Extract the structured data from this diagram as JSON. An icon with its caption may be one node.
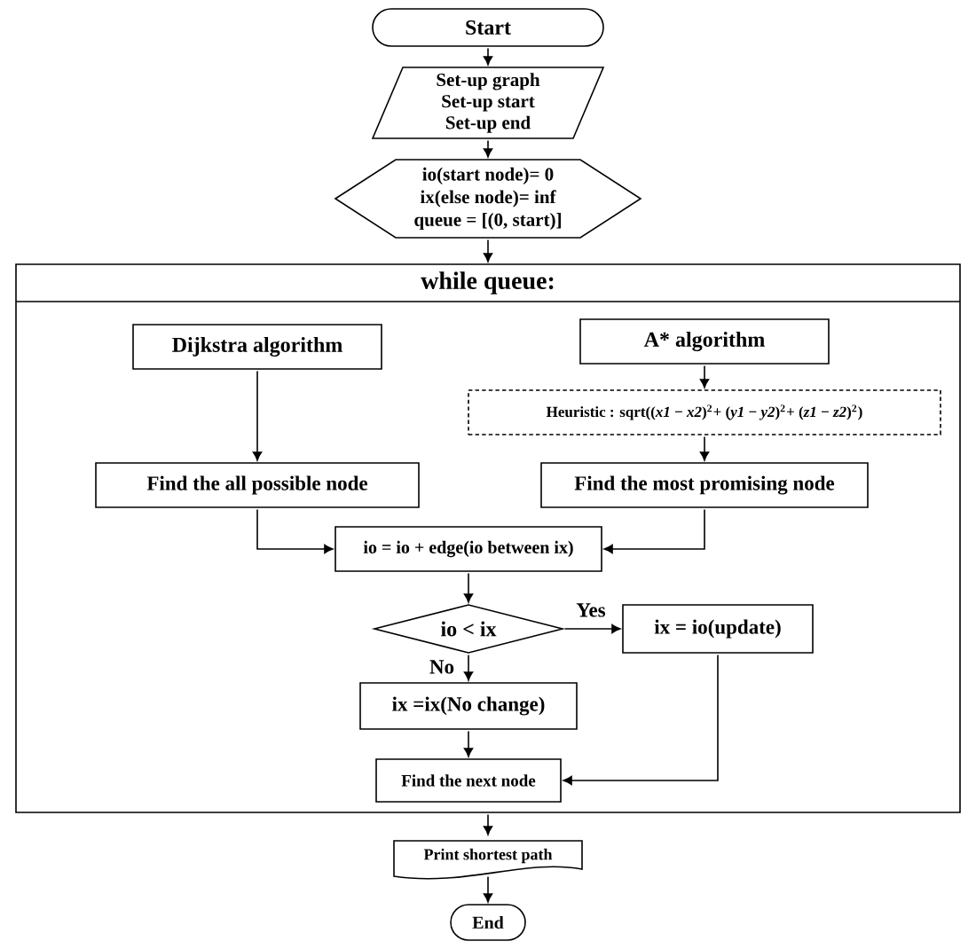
{
  "diagram": {
    "nodes": [
      {
        "text": [
          "Start"
        ]
      },
      {
        "text": [
          "Set-up graph",
          "Set-up start",
          "Set-up end"
        ]
      },
      {
        "text": [
          "io(start node)= 0",
          "ix(else node)= inf",
          "queue = [(0, start)]"
        ]
      },
      {
        "text": [
          "while queue:"
        ]
      },
      {
        "text": [
          "Dijkstra algorithm"
        ],
        "in": 3
      },
      {
        "text": [
          "A* algorithm"
        ],
        "in": 3
      },
      {
        "text": [
          "Heuristic : sqrt((*x1* − *x2*)$^{2}$+ (*y1* − *y2*)$^{2}$+ (*z1* − *z2*)$^{2}$)"
        ],
        "in": 3
      },
      {
        "text": [
          "Find the all possible node"
        ],
        "in": 3
      },
      {
        "text": [
          "Find the most promising node"
        ],
        "in": 3
      },
      {
        "text": [
          "io = io + edge(io between ix)"
        ],
        "in": 3
      },
      {
        "text": [
          "io < ix"
        ],
        "in": 3
      },
      {
        "text": [
          "ix = io(update)"
        ],
        "in": 3
      },
      {
        "text": [
          "ix =ix(No change)"
        ],
        "in": 3
      },
      {
        "text": [
          "Find the next node"
        ],
        "in": 3
      },
      {
        "text": [
          "Print shortest path"
        ]
      },
      {
        "text": [
          "End"
        ]
      }
    ],
    "edges": [
      {
        "from": 0,
        "to": 1,
        "arrow": "to"
      },
      {
        "from": 1,
        "to": 2,
        "arrow": "to"
      },
      {
        "from": 2,
        "to": 3,
        "arrow": "to"
      },
      {
        "from": 4,
        "to": 7,
        "arrow": "to"
      },
      {
        "from": 5,
        "to": 6,
        "arrow": "to"
      },
      {
        "from": 6,
        "to": 8,
        "arrow": "to"
      },
      {
        "from": 7,
        "to": 9,
        "arrow": "to"
      },
      {
        "from": 8,
        "to": 9,
        "arrow": "to"
      },
      {
        "from": 9,
        "to": 10,
        "arrow": "to"
      },
      {
        "from": 10,
        "to": 11,
        "arrow": "to",
        "label": "Yes"
      },
      {
        "from": 10,
        "to": 12,
        "arrow": "to",
        "label": "No"
      },
      {
        "from": 11,
        "to": 13,
        "arrow": "to"
      },
      {
        "from": 12,
        "to": 13,
        "arrow": "to"
      },
      {
        "from": 3,
        "to": 14,
        "arrow": "to"
      },
      {
        "from": 14,
        "to": 15,
        "arrow": "to"
      }
    ]
  }
}
